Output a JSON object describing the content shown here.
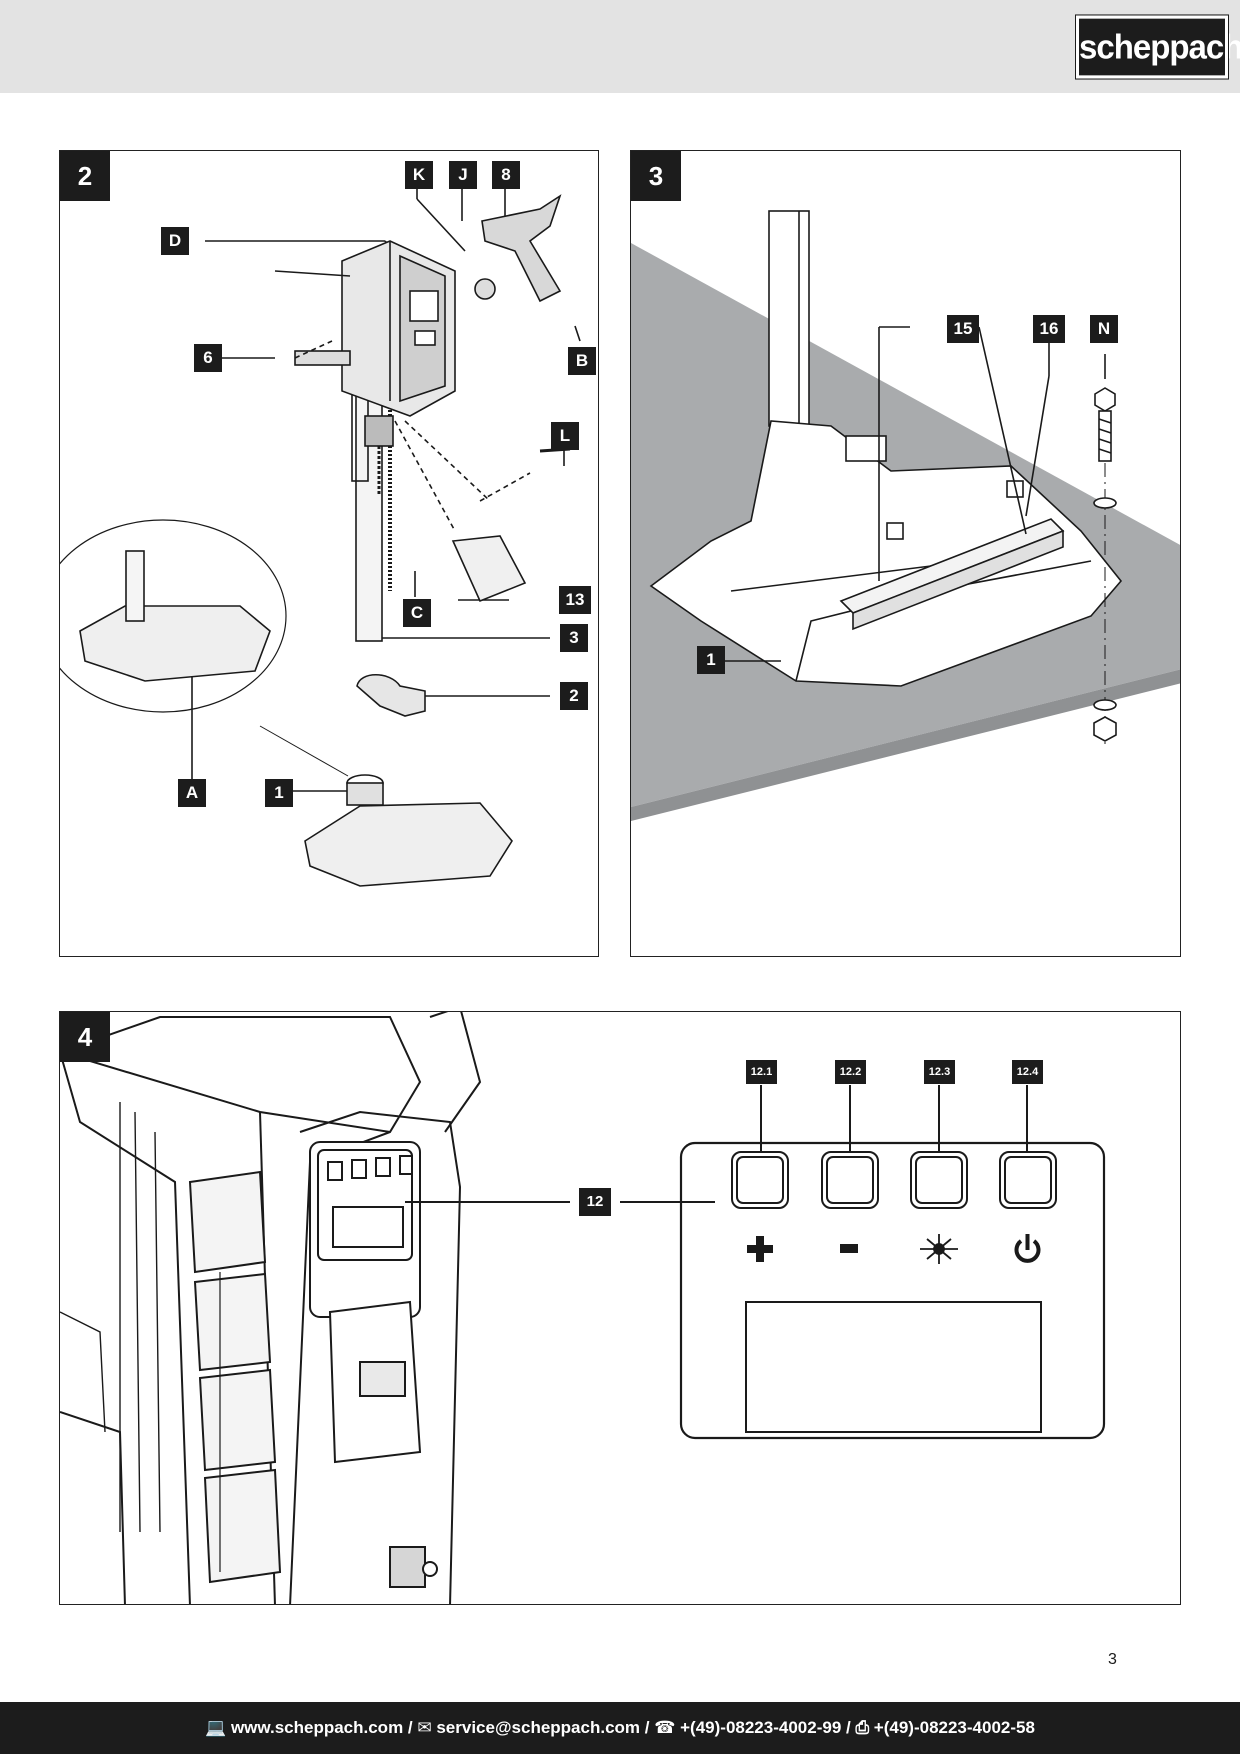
{
  "brand": {
    "logo_text": "scheppach"
  },
  "figures": [
    {
      "number": "2",
      "labels": [
        "K",
        "J",
        "8",
        "D",
        "6",
        "B",
        "L",
        "13",
        "C",
        "3",
        "2",
        "A",
        "1"
      ]
    },
    {
      "number": "3",
      "labels": [
        "15",
        "16",
        "N",
        "1"
      ]
    },
    {
      "number": "4",
      "labels": [
        "12.1",
        "12.2",
        "12.3",
        "12.4",
        "12"
      ],
      "panel_icons": [
        "plus-icon",
        "minus-icon",
        "laser-icon",
        "power-icon"
      ]
    }
  ],
  "page_number": "3",
  "footer": {
    "web": "www.scheppach.com",
    "email": "service@scheppach.com",
    "phone": "+(49)-08223-4002-99",
    "fax": "+(49)-08223-4002-58",
    "sep": " / "
  }
}
